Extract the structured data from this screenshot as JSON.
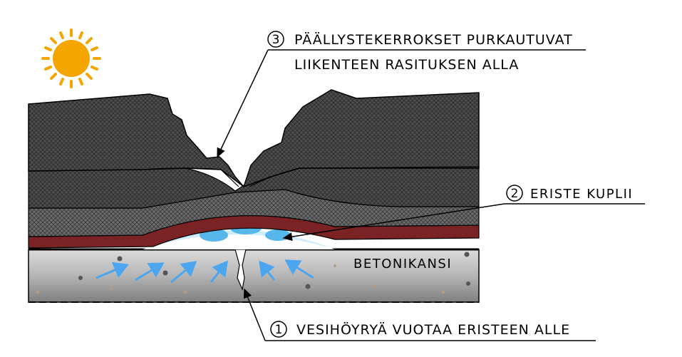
{
  "colors": {
    "sun": "#f5a500",
    "asphalt": "#4a4a4a",
    "asphalt_light": "#585858",
    "membrane": "#7a2224",
    "water": "#a9dcf3",
    "water_blob": "#57b6ea",
    "arrow": "#4ba6ef",
    "concrete_top": "#d8d8d8",
    "concrete_bottom": "#8a8a8a"
  },
  "labels": {
    "label_3": {
      "number": "3",
      "line1": "PÄÄLLYSTEKERROKSET PURKAUTUVAT",
      "line2": "LIIKENTEEN RASITUKSEN ALLA"
    },
    "label_2": {
      "number": "2",
      "text": "ERISTE KUPLII"
    },
    "label_1": {
      "number": "1",
      "text": "VESIHÖYRYÄ VUOTAA ERISTEEN ALLE"
    },
    "concrete": "BETONIKANSI"
  },
  "icons": {
    "sun": "sun-icon",
    "vapor_arrows": "arrow-icon"
  }
}
